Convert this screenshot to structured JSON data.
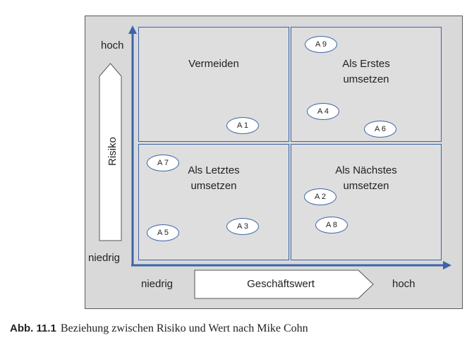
{
  "y_axis": {
    "label": "Risiko",
    "high": "hoch",
    "low": "niedrig"
  },
  "x_axis": {
    "label": "Geschäftswert",
    "low": "niedrig",
    "high": "hoch"
  },
  "quadrants": {
    "top_left": {
      "line1": "Vermeiden",
      "line2": ""
    },
    "top_right": {
      "line1": "Als Erstes",
      "line2": "umsetzen"
    },
    "bottom_left": {
      "line1": "Als Letztes",
      "line2": "umsetzen"
    },
    "bottom_right": {
      "line1": "Als Nächstes",
      "line2": "umsetzen"
    }
  },
  "items": [
    "A 1",
    "A 2",
    "A 3",
    "A 4",
    "A 5",
    "A 6",
    "A 7",
    "A 8",
    "A 9"
  ],
  "caption": {
    "label": "Abb. 11.1",
    "text": "Beziehung zwischen Risiko und Wert nach Mike Cohn"
  },
  "colors": {
    "background": "#d9d9d9",
    "quadrant": "#dedede",
    "axis": "#3d63a8",
    "border": "#3d63a8"
  }
}
